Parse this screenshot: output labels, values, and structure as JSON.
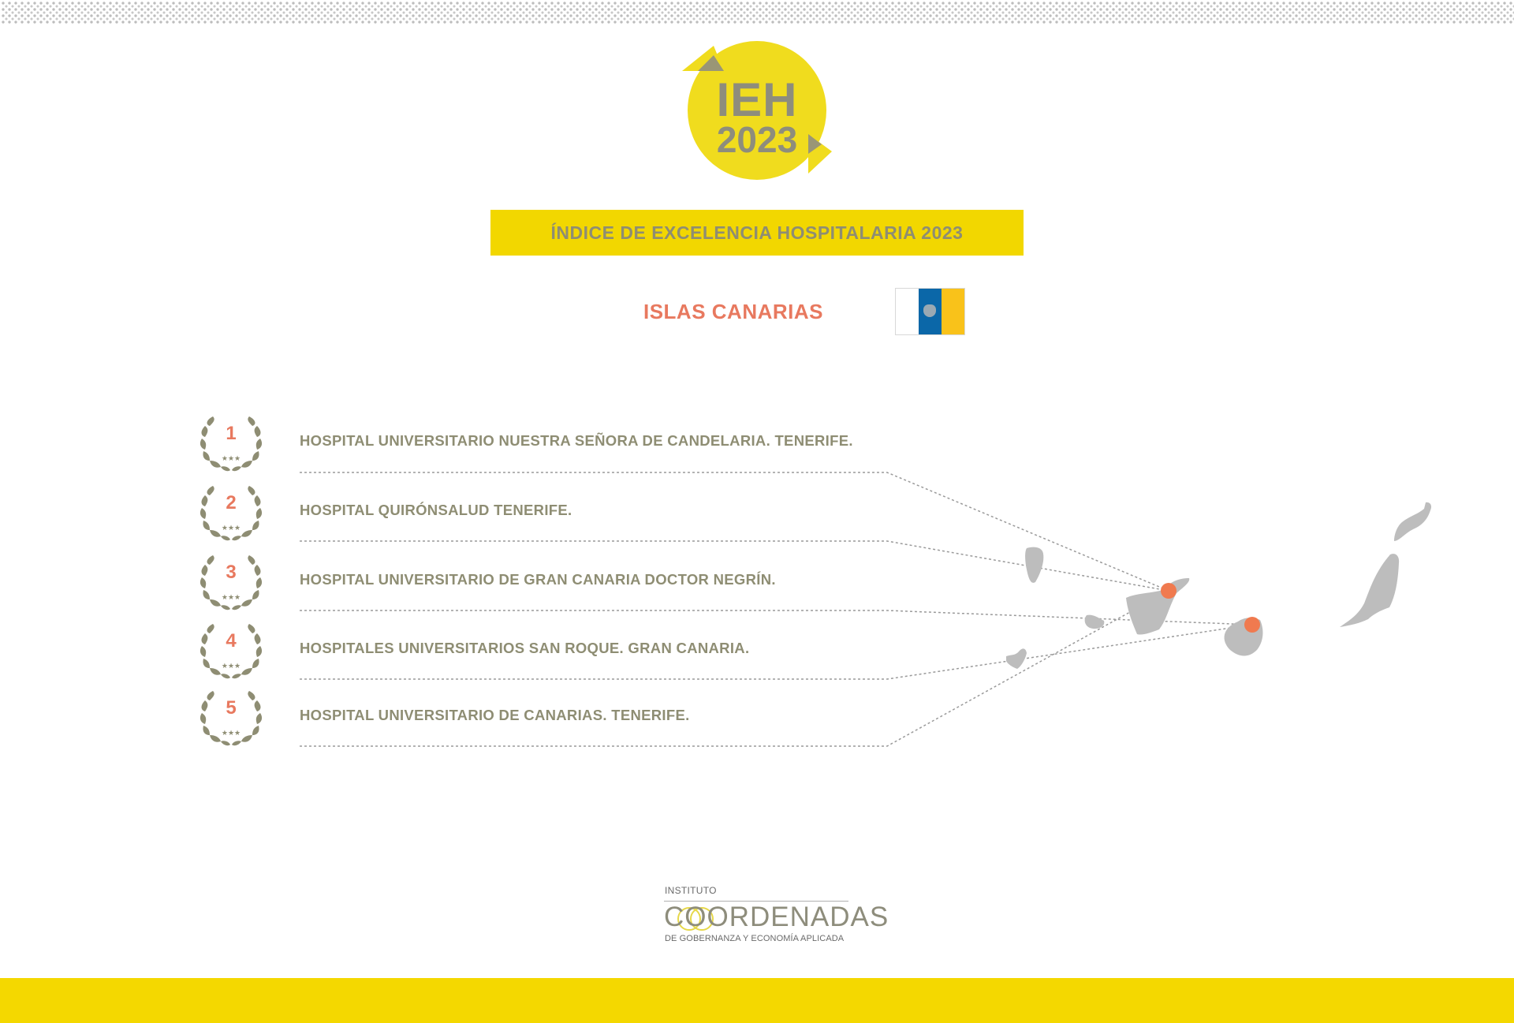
{
  "header": {
    "logo": {
      "line1": "IEH",
      "line2": "2023",
      "circle_color": "#f0dc1e",
      "text_color": "#8e8d7c"
    },
    "title": "ÍNDICE DE EXCELENCIA HOSPITALARIA 2023",
    "region": "ISLAS CANARIAS",
    "flag_icon": "canary-islands-flag-icon"
  },
  "ranking": [
    {
      "rank": "1",
      "name": "HOSPITAL UNIVERSITARIO NUESTRA SEÑORA DE CANDELARIA. TENERIFE.",
      "location": "Tenerife"
    },
    {
      "rank": "2",
      "name": "HOSPITAL QUIRÓNSALUD TENERIFE.",
      "location": "Tenerife"
    },
    {
      "rank": "3",
      "name": "HOSPITAL UNIVERSITARIO DE GRAN CANARIA DOCTOR NEGRÍN.",
      "location": "Gran Canaria"
    },
    {
      "rank": "4",
      "name": "HOSPITALES UNIVERSITARIOS SAN ROQUE. GRAN CANARIA.",
      "location": "Gran Canaria"
    },
    {
      "rank": "5",
      "name": "HOSPITAL UNIVERSITARIO DE CANARIAS. TENERIFE.",
      "location": "Tenerife"
    }
  ],
  "footer": {
    "institute_label": "INSTITUTO",
    "institute_name": "COORDENADAS",
    "institute_subtitle": "DE GOBERNANZA Y ECONOMÍA APLICADA"
  },
  "colors": {
    "yellow": "#f2d700",
    "accent_orange": "#e8795f",
    "text_olive": "#8e8d73",
    "island_gray": "#bdbdbd",
    "marker": "#f07a4f"
  }
}
